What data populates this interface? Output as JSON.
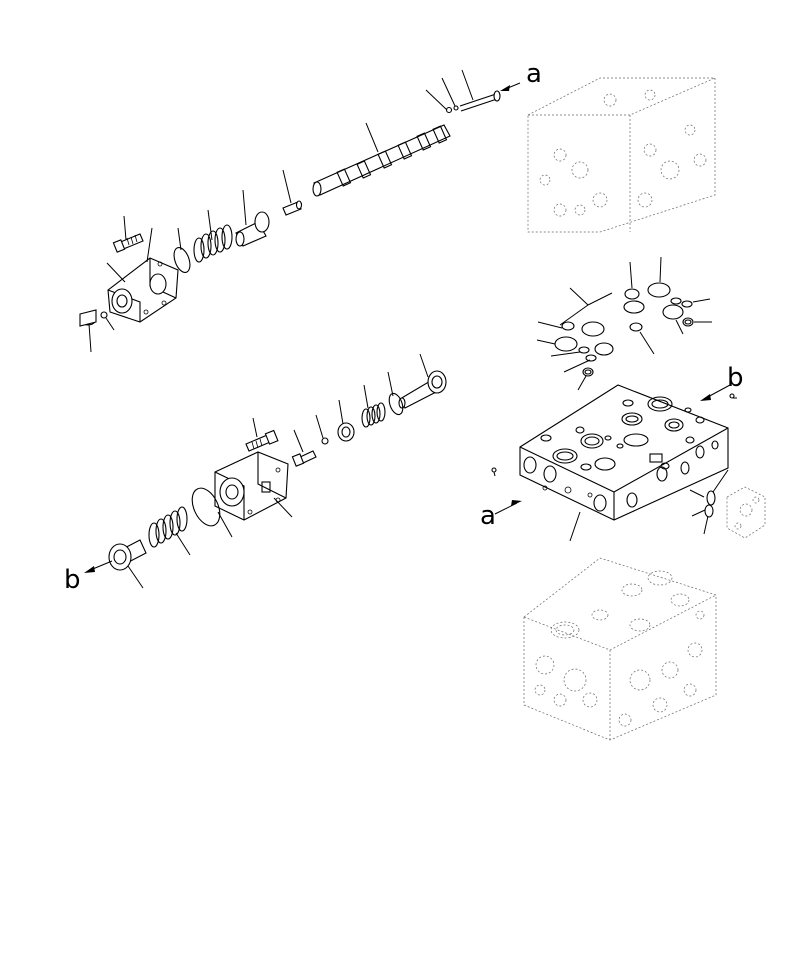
{
  "references": {
    "a_top": "a",
    "a_block": "a",
    "b_block": "b",
    "b_left": "b"
  }
}
